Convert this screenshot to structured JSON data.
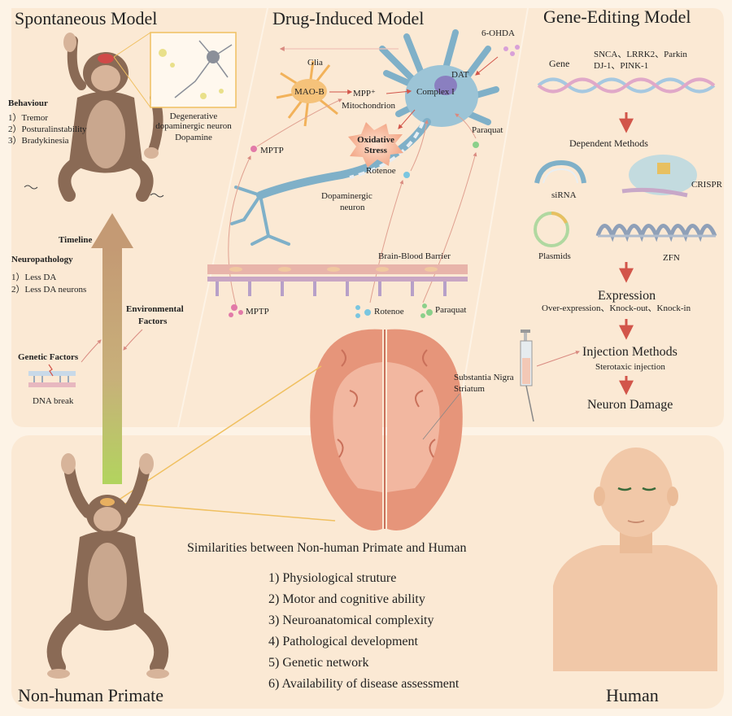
{
  "spontaneous": {
    "title": "Spontaneous Model",
    "behaviour_title": "Behaviour",
    "behaviour_items": [
      "1）Tremor",
      "2）Posturalinstability",
      "3）Bradykinesia"
    ],
    "inset_label_1": "Degenerative",
    "inset_label_2": "dopaminergic neuron",
    "inset_label_3": "Dopamine",
    "timeline": "Timeline",
    "neuropathology_title": "Neuropathology",
    "neuropathology_items": [
      "1）Less DA",
      "2）Less DA neurons"
    ],
    "environmental_1": "Environmental",
    "environmental_2": "Factors",
    "genetic": "Genetic Factors",
    "dna_break": "DNA break"
  },
  "drug": {
    "title": "Drug-Induced Model",
    "ohda": "6-OHDA",
    "glia": "Glia",
    "dat": "DAT",
    "maob": "MAO-B",
    "mpp": "MPP⁺",
    "mitochondrion": "Mitochondrion",
    "complex": "Complex I",
    "oxidative_1": "Oxidative",
    "oxidative_2": "Stress",
    "mptp": "MPTP",
    "paraquat": "Paraquat",
    "rotenoe": "Rotenoe",
    "da_neuron_1": "Dopaminergic",
    "da_neuron_2": "neuron",
    "bbb": "Brain-Blood Barrier",
    "mptp_low": "MPTP",
    "rotenoe_low": "Rotenoe",
    "paraquat_low": "Paraquat",
    "sn_1": "Substantia Nigra",
    "sn_2": "Striatum"
  },
  "gene": {
    "title": "Gene-Editing Model",
    "gene_label": "Gene",
    "genes_1": "SNCA、LRRK2、Parkin",
    "genes_2": "DJ-1、PINK-1",
    "dependent": "Dependent Methods",
    "sirna": "siRNA",
    "crispr": "CRISPR",
    "plasmids": "Plasmids",
    "zfn": "ZFN",
    "expression": "Expression",
    "expression_types": "Over-expression、Knock-out、Knock-in",
    "injection": "Injection Methods",
    "sterotaxic": "Sterotaxic injection",
    "damage": "Neuron Damage"
  },
  "bottom": {
    "title": "Similarities between Non-human Primate and Human",
    "items": [
      "1) Physiological struture",
      "2) Motor and cognitive ability",
      "3) Neuroanatomical complexity",
      "4) Pathological development",
      "5) Genetic network",
      "6) Availability of disease assessment"
    ],
    "nhp": "Non-human Primate",
    "human": "Human"
  },
  "colors": {
    "panel": "#fbe9d4",
    "panel_edge": "#f3d7b5",
    "monkey": "#8a6a55",
    "monkey_face": "#d7b49a",
    "brain": "#e6957a",
    "brain_light": "#f2b7a0",
    "neuron": "#7fb0c8",
    "glia": "#f2b25a",
    "red_arrow": "#d2554a",
    "timeline_top": "#c7a07a",
    "timeline_bottom": "#b7d66a",
    "skin": "#f1c8a8"
  }
}
